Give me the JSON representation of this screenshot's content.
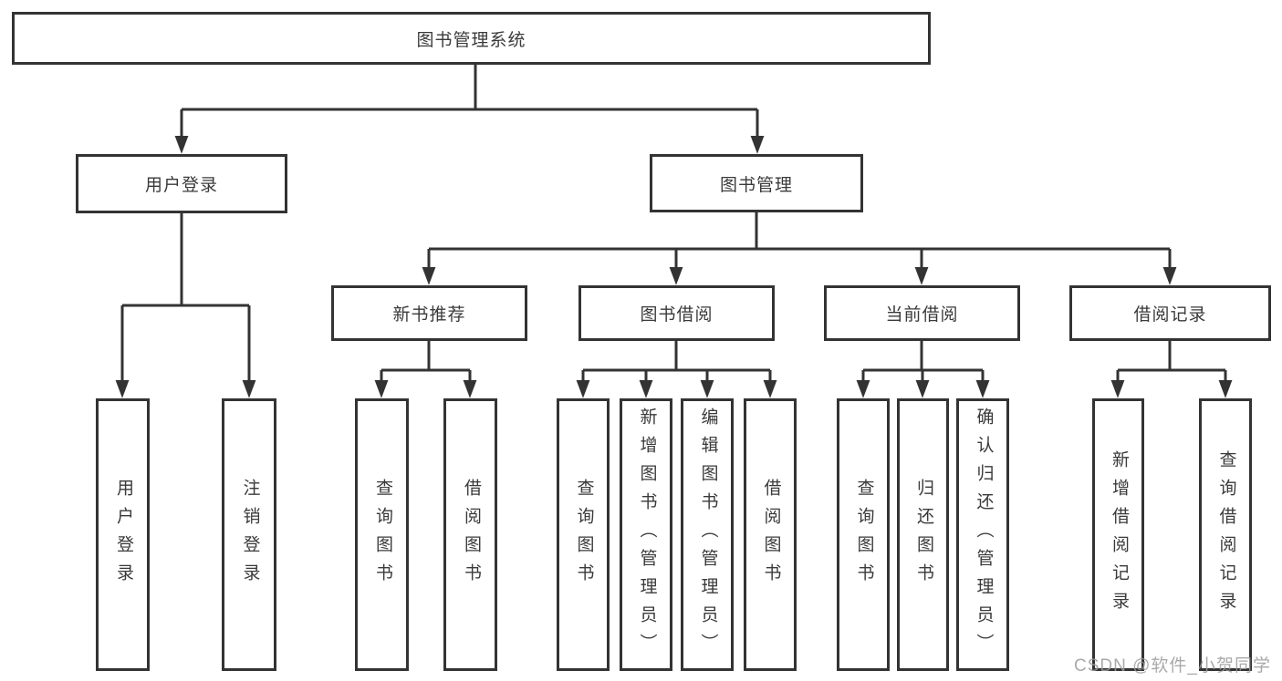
{
  "colors": {
    "line": "#333333",
    "box_border": "#333333",
    "text": "#3a3a3a",
    "watermark": "#9b9b9b",
    "background": "#ffffff"
  },
  "tree": {
    "root": {
      "label": "图书管理系统"
    },
    "children": [
      {
        "label": "用户登录",
        "children": [
          {
            "label": "用户登录"
          },
          {
            "label": "注销登录"
          }
        ]
      },
      {
        "label": "图书管理",
        "children": [
          {
            "label": "新书推荐",
            "children": [
              {
                "label": "查询图书"
              },
              {
                "label": "借阅图书"
              }
            ]
          },
          {
            "label": "图书借阅",
            "children": [
              {
                "label": "查询图书"
              },
              {
                "label": "新增图书（管理员）"
              },
              {
                "label": "编辑图书（管理员）"
              },
              {
                "label": "借阅图书"
              }
            ]
          },
          {
            "label": "当前借阅",
            "children": [
              {
                "label": "查询图书"
              },
              {
                "label": "归还图书"
              },
              {
                "label": "确认归还（管理员）"
              }
            ]
          },
          {
            "label": "借阅记录",
            "children": [
              {
                "label": "新增借阅记录"
              },
              {
                "label": "查询借阅记录"
              }
            ]
          }
        ]
      }
    ]
  },
  "watermark": {
    "text": "CSDN @软件_小贺同学"
  }
}
